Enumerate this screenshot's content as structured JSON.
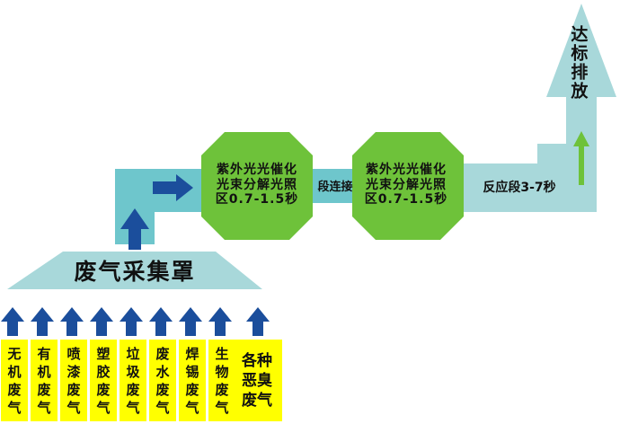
{
  "collection_hood": "废气采集罩",
  "uv_unit_1": "紫外光光催化光束分解光照区0.7-1.5秒",
  "uv_unit_2": "紫外光光催化光束分解光照区0.7-1.5秒",
  "connector_label": "段连接",
  "reaction_stage": "反应段3-7秒",
  "discharge": "达标排放",
  "sources": [
    "无机废气",
    "有机废气",
    "喷漆废气",
    "塑胶废气",
    "垃圾废气",
    "废水废气",
    "焊锡废气",
    "生物废气",
    "各种恶臭废气"
  ],
  "colors": {
    "pipe": "#6ec6cc",
    "pipe_light": "#a8d8da",
    "unit": "#6ec23a",
    "source_box": "#ffff00",
    "blue_arrow": "#1b4e9c",
    "green_arrow": "#6ec23a"
  }
}
